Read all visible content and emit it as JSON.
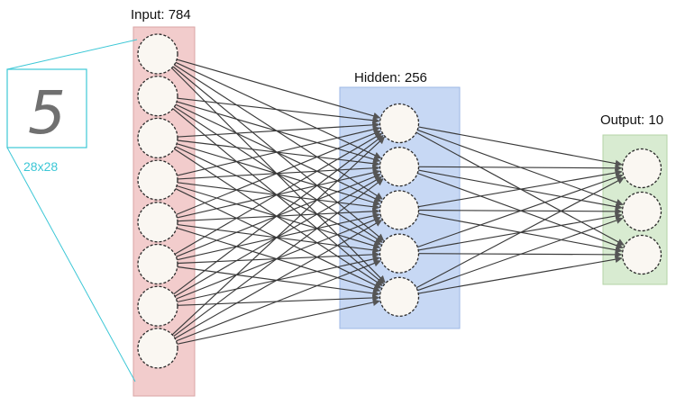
{
  "diagram": {
    "layers": [
      {
        "name": "input",
        "label": "Input: 784",
        "neurons": 8,
        "color": "#f2cccc",
        "border": "#d9a5a5"
      },
      {
        "name": "hidden",
        "label": "Hidden: 256",
        "neurons": 5,
        "color": "#c7d8f4",
        "border": "#9db7e6"
      },
      {
        "name": "output",
        "label": "Output: 10",
        "neurons": 3,
        "color": "#d8ebd1",
        "border": "#b3d3a6"
      }
    ],
    "input_image": {
      "digit": "5",
      "size_label": "28x28",
      "accent_color": "#3cc7d6",
      "digit_color": "#707070"
    },
    "edge_color": "#3a3a3a"
  }
}
